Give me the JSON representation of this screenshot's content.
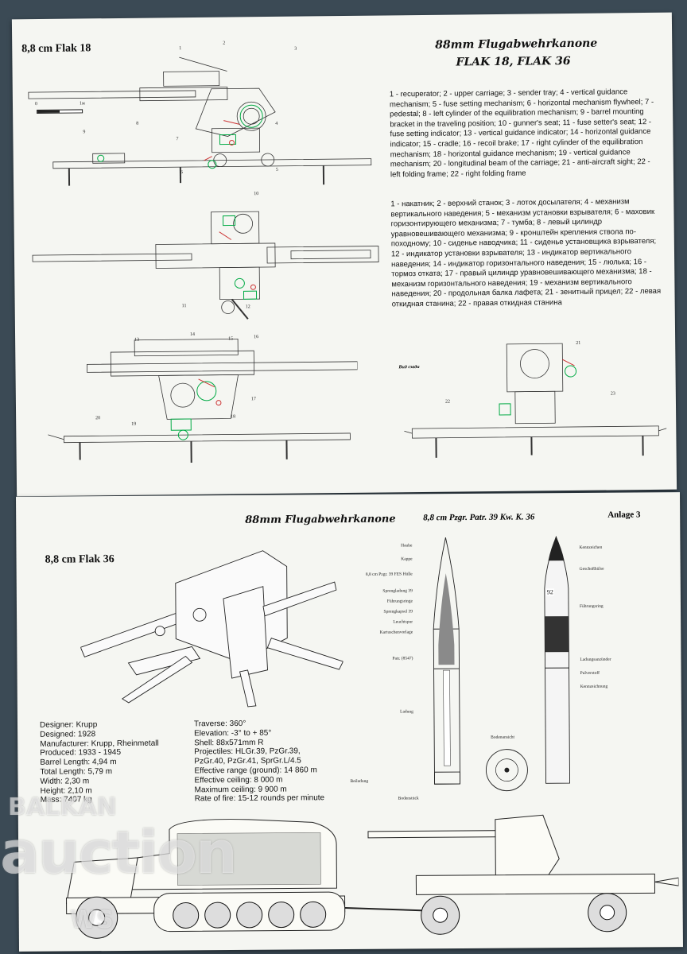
{
  "top_sheet": {
    "label": "8,8 cm Flak 18",
    "title_line1": "88mm Flugabwehrkanone",
    "title_line2": "FLAK 18, FLAK 36",
    "scale": {
      "zero": "0",
      "unit": "1м"
    },
    "legend_en": "1 - recuperator; 2 - upper carriage; 3 - sender tray; 4 - vertical guidance mechanism; 5 - fuse setting mechanism; 6 - horizontal mechanism flywheel; 7 - pedestal; 8 - left cylinder of the equilibration mechanism; 9 - barrel mounting bracket in the traveling position; 10 - gunner's seat; 11 - fuse setter's seat; 12 - fuse setting indicator; 13 - vertical guidance indicator; 14 - horizontal guidance indicator; 15 - cradle; 16 - recoil brake; 17 - right cylinder of the equilibration mechanism; 18 - horizontal guidance mechanism; 19 - vertical guidance mechanism; 20 - longitudinal beam of the carriage; 21 - anti-aircraft sight; 22 - left folding frame; 22 - right folding frame",
    "legend_ru": "1 - накатник; 2 - верхний станок; 3 - лоток досылателя; 4 - механизм вертикального наведения; 5 - механизм установки взрывателя; 6 - маховик горизонтирующего механизма; 7 - тумба; 8 - левый цилиндр уравновешивающего механизма; 9 - кронштейн крепления ствола по-походному; 10 - сиденье наводчика; 11 - сиденье установщика взрывателя; 12 - индикатор установки взрывателя; 13 - индикатор вертикального наведения; 14 - индикатор горизонтального наведения; 15 - люлька; 16 - тормоз отката; 17 - правый цилиндр уравновешивающего механизма; 18 - механизм горизонтального наведения; 19 - механизм вертикального наведения; 20 - продольная балка лафета; 21 - зенитный прицел; 22 - левая откидная станина; 22 - правая откидная станина",
    "view_label": "Вид сзади",
    "callouts": [
      "1",
      "2",
      "3",
      "4",
      "5",
      "6",
      "7",
      "8",
      "9",
      "10",
      "11",
      "12",
      "13",
      "14",
      "15",
      "16",
      "17",
      "18",
      "19",
      "20",
      "21",
      "22",
      "23"
    ]
  },
  "bottom_sheet": {
    "title": "88mm Flugabwehrkanone",
    "ammo_title": "8,8 cm Pzgr. Patr. 39 Kw. K. 36",
    "anlage": "Anlage 3",
    "gun_label": "8,8 cm Flak 36",
    "specs_left": [
      "Designer: Krupp",
      "Designed: 1928",
      "Manufacturer: Krupp, Rheinmetall",
      "Produced: 1933 - 1945",
      "Barrel Length: 4,94 m",
      "Total Length: 5,79 m",
      "Width: 2,30 m",
      "Height: 2,10 m",
      "Mass: 7407 kg"
    ],
    "specs_right": [
      "Traverse: 360°",
      "Elevation: -3° to + 85°",
      "Shell: 88x571mm R",
      "Projectiles: HLGr.39, PzGr.39,",
      "PzGr.40, PzGr.41, SprGr.L/4.5",
      "Effective range (ground): 14 860 m",
      "Effective ceiling: 8 000 m",
      "Maximum ceiling: 9 900 m",
      "Rate of fire: 15-12 rounds per minute"
    ],
    "shell_labels": [
      "Haube",
      "Kappe",
      "8,8 cm Pzgr. 39 FES Hülle",
      "Sprengladung 39",
      "Führungsringe",
      "Sprengkapsel 39",
      "Leuchtspur",
      "Kartuschenvorlage",
      "Patr. (8547)",
      "Ladung",
      "Bodenansicht",
      "Beiladung",
      "Bodenstück"
    ],
    "shell_labels_right": [
      "Kennzeichen",
      "Geschoßhülse",
      "Führungsring",
      "Ladungsanzünder",
      "Pulverstoff",
      "Kennzeichnung"
    ],
    "shell_marker": "92",
    "watermark_1": "BALKAN",
    "watermark_2": "auction",
    "watermark_3": "WS"
  }
}
